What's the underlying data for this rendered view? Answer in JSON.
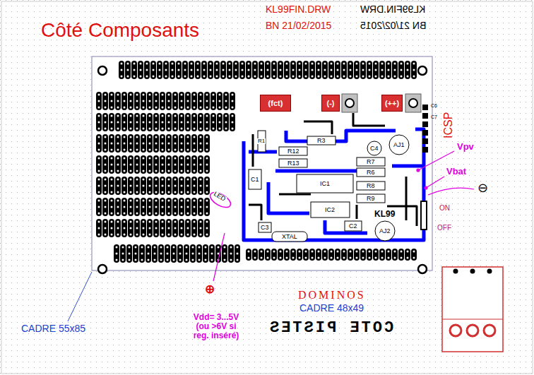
{
  "diagram": {
    "title": "Côté Composants",
    "nodes": [
      {
        "text": [
          "(fct)"
        ]
      },
      {
        "text": [
          "(-)"
        ]
      },
      {
        "text": [
          "(++)"
        ]
      }
    ],
    "labels": [
      "KL99FIN.DRW",
      "BN 21/02/2015",
      "KL99FIN.DRW",
      "BN 21/02/2015",
      "ICSP",
      "C6",
      "C7",
      "Vpv",
      "Vbat",
      "⊖",
      "ON",
      "OFF",
      "⊕",
      "Vdd= 3...5V (ou >6V si reg. inséré)",
      "DOMINOS",
      "CADRE 48x49",
      "COTE PISTES",
      "CADRE 55x85",
      "R3",
      "R12",
      "R13",
      "R7",
      "R6",
      "R8",
      "R9",
      "C4",
      "AJ1",
      "IC1",
      "C1",
      "IC2",
      "KL99",
      "C2",
      "AJ2",
      "C3",
      "XTAL",
      "LED",
      "R1"
    ]
  }
}
